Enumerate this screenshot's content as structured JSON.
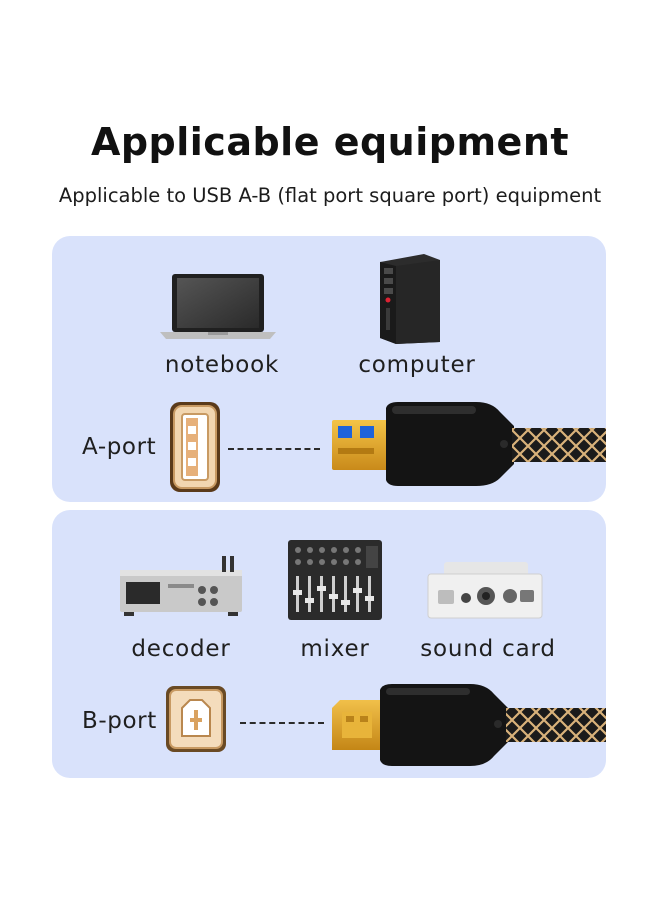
{
  "header": {
    "title": "Applicable equipment",
    "subtitle": "Applicable to USB A-B (flat port square port) equipment"
  },
  "panel_a": {
    "devices": [
      {
        "label": "notebook",
        "icon": "laptop-icon"
      },
      {
        "label": "computer",
        "icon": "desktop-tower-icon"
      }
    ],
    "port_label": "A-port",
    "port_icon": "usb-a-port-icon",
    "cable_icon": "usb-a-plug-icon"
  },
  "panel_b": {
    "devices": [
      {
        "label": "decoder",
        "icon": "decoder-icon"
      },
      {
        "label": "mixer",
        "icon": "mixer-icon"
      },
      {
        "label": "sound card",
        "icon": "sound-card-icon"
      }
    ],
    "port_label": "B-port",
    "port_icon": "usb-b-port-icon",
    "cable_icon": "usb-b-plug-icon"
  },
  "colors": {
    "panel_bg": "#d9e2fb",
    "connector_gold": "#e0a526",
    "usb3_blue": "#1e63d9",
    "plug_black": "#151515"
  }
}
